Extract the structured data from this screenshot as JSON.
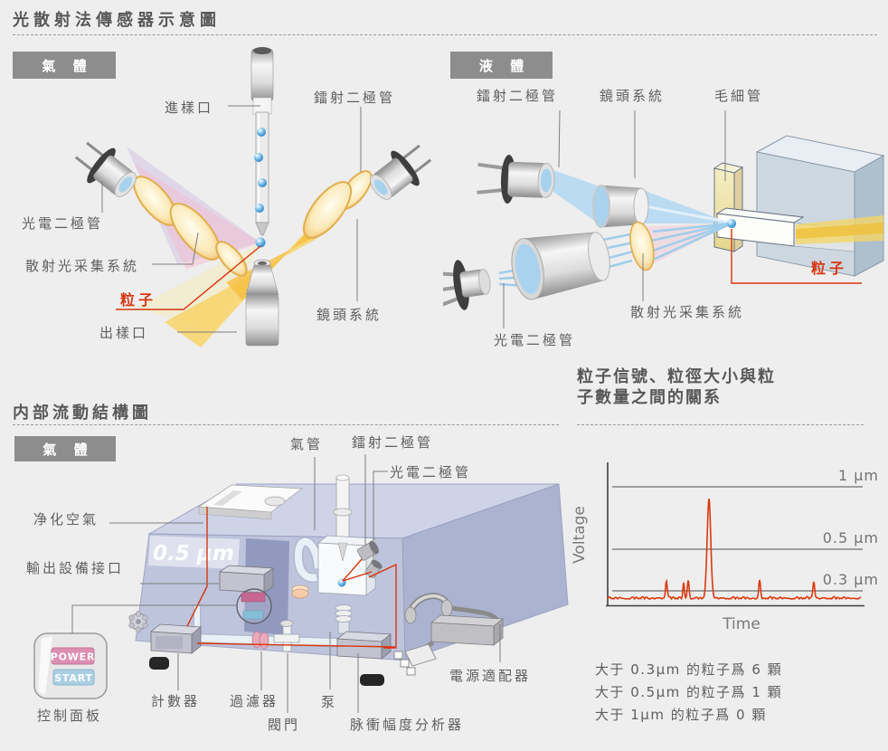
{
  "page": {
    "title": "光散射法傳感器示意圖",
    "background": "#eeeeee",
    "accent_red": "#dc380f",
    "label_gray": "#5f5f5f",
    "badge_gray": "#8d8d8d"
  },
  "gas": {
    "badge": "氣 體",
    "labels": {
      "inlet": "進樣口",
      "laser_diode": "鐳射二極管",
      "photodiode": "光電二極管",
      "scatter_collection": "散射光采集系統",
      "particle": "粒子",
      "outlet": "出樣口",
      "lens_system": "鏡頭系統"
    }
  },
  "liquid": {
    "badge": "液 體",
    "labels": {
      "laser_diode": "鐳射二極管",
      "lens_system": "鏡頭系統",
      "capillary": "毛細管",
      "particle": "粒子",
      "scatter_collection": "散射光采集系統",
      "photodiode": "光電二極管"
    }
  },
  "flow": {
    "title": "内部流動結構圖",
    "badge": "氣 體",
    "display_value": "0.5 μm",
    "buttons": {
      "power": "POWER",
      "start": "START"
    },
    "labels": {
      "air_tube": "氣管",
      "laser_diode": "鐳射二極管",
      "photodiode": "光電二極管",
      "clean_air": "净化空氣",
      "output_port": "輸出設備接口",
      "control_panel": "控制面板",
      "counter": "計數器",
      "filter": "過濾器",
      "valve": "閥門",
      "pump": "泵",
      "pulse_analyzer": "脉衝幅度分析器",
      "power_adapter": "電源適配器"
    }
  },
  "signal": {
    "title_line1": "粒子信號、粒徑大小與粒",
    "title_line2": "子數量之間的關系",
    "notes": [
      "大于 0.3μm 的粒子爲 6 顆",
      "大于 0.5μm 的粒子爲 1 顆",
      "大于 1μm 的粒子爲 0 顆"
    ]
  },
  "chart_data": {
    "type": "line",
    "title": "粒子信號、粒徑大小與粒子數量之間的關系",
    "xlabel": "Time",
    "ylabel": "Voltage",
    "line_color": "#dc380f",
    "grid": false,
    "legend": "none",
    "thresholds": [
      {
        "label": "1 μm",
        "value_um": 1.0,
        "height_frac": 0.833
      },
      {
        "label": "0.5 μm",
        "value_um": 0.5,
        "height_frac": 0.373
      },
      {
        "label": "0.3 μm",
        "value_um": 0.3,
        "height_frac": 0.067
      }
    ],
    "noise_frac": 0.02,
    "peaks": [
      {
        "t": 0.232,
        "signal_um": 0.35,
        "height_frac": 0.13,
        "width_frac": 0.005
      },
      {
        "t": 0.3,
        "signal_um": 0.32,
        "height_frac": 0.11,
        "width_frac": 0.004
      },
      {
        "t": 0.318,
        "signal_um": 0.36,
        "height_frac": 0.135,
        "width_frac": 0.005
      },
      {
        "t": 0.4,
        "signal_um": 0.95,
        "height_frac": 0.733,
        "width_frac": 0.01
      },
      {
        "t": 0.6,
        "signal_um": 0.35,
        "height_frac": 0.13,
        "width_frac": 0.005
      },
      {
        "t": 0.814,
        "signal_um": 0.34,
        "height_frac": 0.125,
        "width_frac": 0.005
      }
    ],
    "counts": [
      {
        "threshold": "0.3μm",
        "count": 6
      },
      {
        "threshold": "0.5μm",
        "count": 1
      },
      {
        "threshold": "1μm",
        "count": 0
      }
    ]
  }
}
